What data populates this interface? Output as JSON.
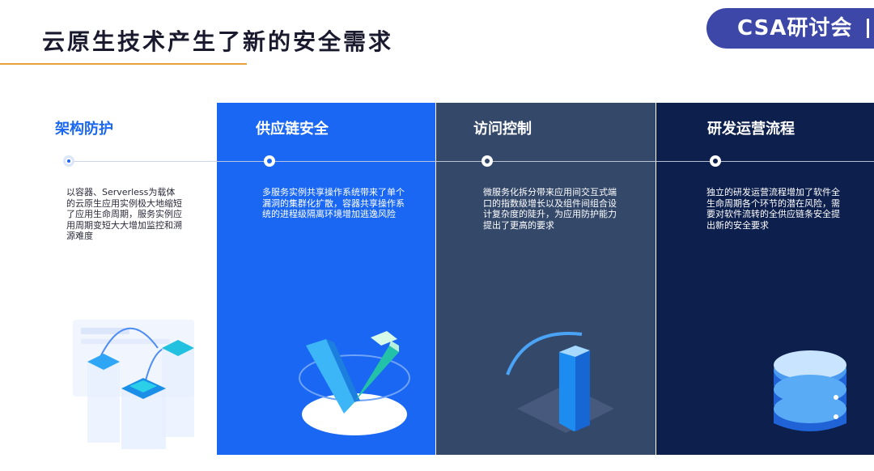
{
  "header": {
    "title": "云原生技术产生了新的安全需求",
    "badge": "CSA研讨会"
  },
  "columns": [
    {
      "heading": "架构防护",
      "text": "以容器、Serverless为载体的云原生应用实例极大地缩短了应用生命周期，服务实例应用周期变短大大增加监控和溯源难度",
      "illustration": "server-blocks-icon"
    },
    {
      "heading": "供应链安全",
      "text": "多服务实例共享操作系统带来了单个漏洞的集群化扩散，容器共享操作系统的进程级隔离环境增加逃逸风险",
      "illustration": "check-v-icon"
    },
    {
      "heading": "访问控制",
      "text": "微服务化拆分带来应用间交互式端口的指数级增长以及组件间组合设计复杂度的陡升，为应用防护能力提出了更高的要求",
      "illustration": "pillar-icon"
    },
    {
      "heading": "研发运营流程",
      "text": "独立的研发运营流程增加了软件全生命周期各个环节的潜在风险，需要对软件流转的全供应链条安全提出新的安全要求",
      "illustration": "database-icon"
    }
  ],
  "colors": {
    "accent_blue": "#1967f2",
    "steel": "#34486a",
    "navy": "#0d1f4c",
    "badge": "#3c47a8",
    "underline": "#e8a23a"
  }
}
